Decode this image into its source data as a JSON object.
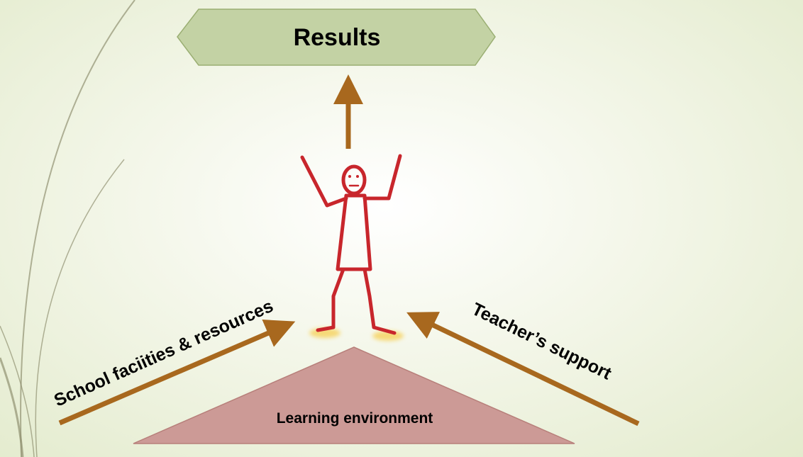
{
  "slide": {
    "results_label": "Results",
    "school_label": "School faciities & resources",
    "teacher_label": "Teacher’s support",
    "environment_label": "Learning environment"
  },
  "colors": {
    "background": "#eef3de",
    "results_box": "#c3d2a4",
    "results_border": "#9aae72",
    "arrow": "#a8681e",
    "figure": "#c8262c",
    "feet_glow": "#f6d25c",
    "triangle": "#cc9a96",
    "triangle_border": "#b77f7a",
    "decor_lines": "#8a8a6a"
  }
}
